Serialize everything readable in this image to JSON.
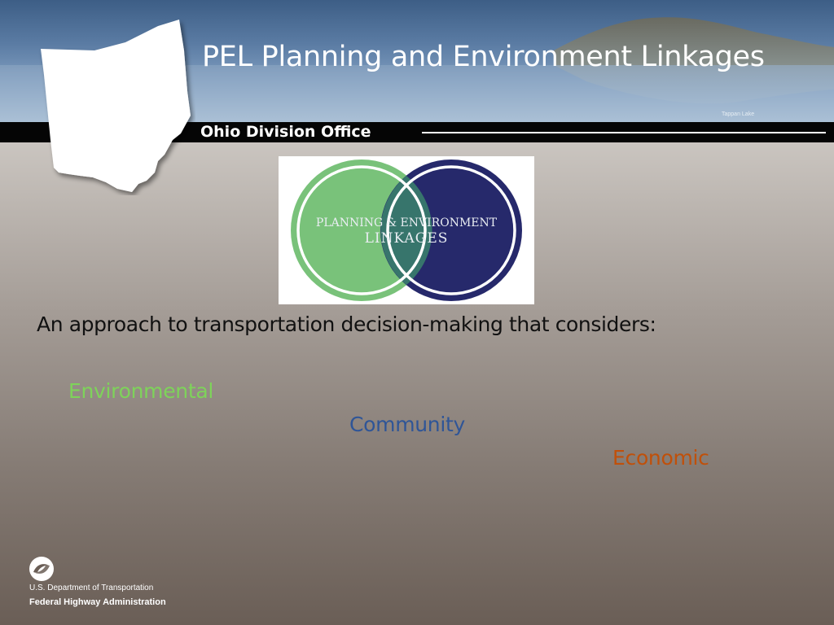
{
  "slide": {
    "title": "PEL Planning and Environment Linkages",
    "photo_caption": "Tappan Lake",
    "office": "Ohio Division Office",
    "logo": {
      "line1": "Planning & Environment",
      "line2": "Linkages",
      "green": "#79c27a",
      "navy": "#26296b"
    },
    "lead_text": "An approach to transportation decision-making that considers:",
    "considerations": [
      {
        "label": "Environmental",
        "color": "#7ed35a"
      },
      {
        "label": "Community",
        "color": "#2f5597"
      },
      {
        "label": "Economic",
        "color": "#c0500a"
      }
    ],
    "footer": {
      "department": "U.S. Department of Transportation",
      "administration": "Federal Highway Administration"
    }
  }
}
